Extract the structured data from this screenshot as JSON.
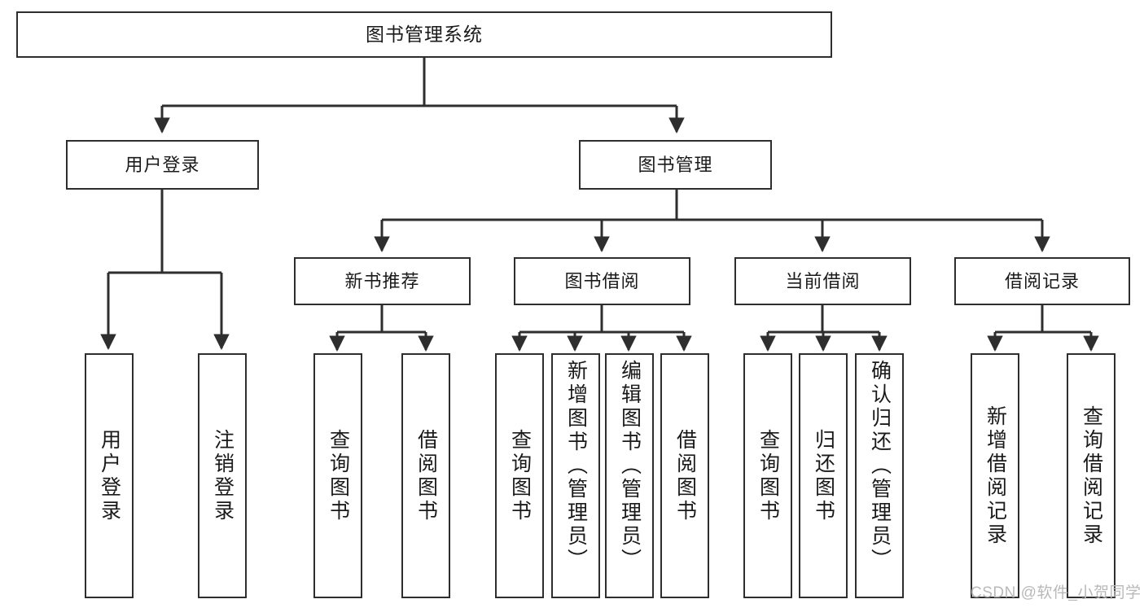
{
  "diagram": {
    "type": "tree",
    "title": "图书管理系统",
    "colors": {
      "stroke": "#2e2e2e",
      "fill": "#ffffff",
      "text": "#1a1a1a",
      "watermark": "#b9b9b9"
    },
    "root": {
      "label": "图书管理系统"
    },
    "level2": [
      {
        "label": "用户登录"
      },
      {
        "label": "图书管理"
      }
    ],
    "level3": [
      {
        "label": "新书推荐"
      },
      {
        "label": "图书借阅"
      },
      {
        "label": "当前借阅"
      },
      {
        "label": "借阅记录"
      }
    ],
    "leaves": {
      "user_login": [
        {
          "label": "用户登录"
        },
        {
          "label": "注销登录"
        }
      ],
      "new_book": [
        {
          "label": "查询图书"
        },
        {
          "label": "借阅图书"
        }
      ],
      "book_borrow": [
        {
          "label": "查询图书"
        },
        {
          "label": "新增图书（管理员）"
        },
        {
          "label": "编辑图书（管理员）"
        },
        {
          "label": "借阅图书"
        }
      ],
      "current_borrow": [
        {
          "label": "查询图书"
        },
        {
          "label": "归还图书"
        },
        {
          "label": "确认归还（管理员）"
        }
      ],
      "borrow_record": [
        {
          "label": "新增借阅记录"
        },
        {
          "label": "查询借阅记录"
        }
      ]
    }
  },
  "watermark": {
    "text": "CSDN @软件_小贺同学"
  }
}
